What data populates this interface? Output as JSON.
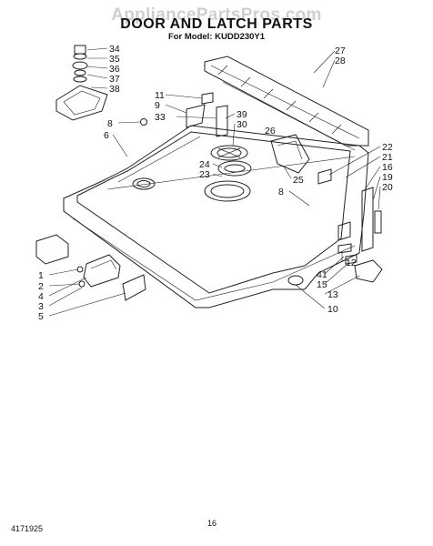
{
  "watermark": "AppliancePartsPros.com",
  "title": "DOOR AND LATCH PARTS",
  "subtitle": "For Model: KUDD230Y1",
  "callouts": [
    "34",
    "35",
    "36",
    "37",
    "38",
    "11",
    "9",
    "33",
    "8",
    "39",
    "30",
    "26",
    "6",
    "27",
    "28",
    "22",
    "21",
    "16",
    "19",
    "20",
    "24",
    "23",
    "25",
    "8",
    "1",
    "2",
    "4",
    "3",
    "5",
    "12",
    "41",
    "15",
    "13",
    "10"
  ],
  "footer": {
    "doc_number": "4171925",
    "page_number": "16"
  }
}
